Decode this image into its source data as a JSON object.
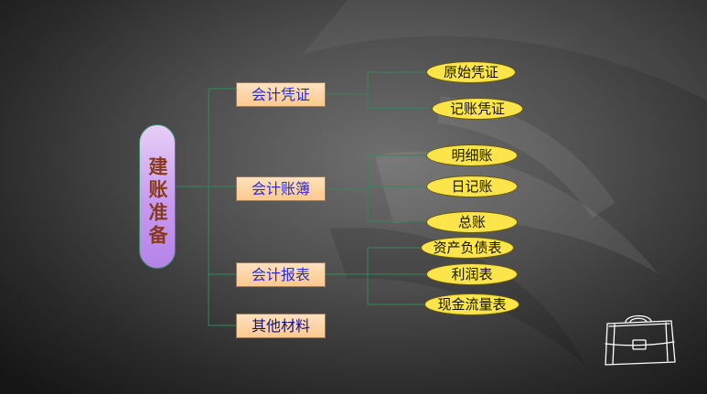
{
  "root": {
    "label": "建账准备"
  },
  "branches": [
    {
      "label": "会计凭证",
      "children": [
        "原始凭证",
        "记账凭证"
      ]
    },
    {
      "label": "会计账簿",
      "children": [
        "明细账",
        "日记账",
        "总账"
      ]
    },
    {
      "label": "会计报表",
      "children": [
        "资产负债表",
        "利润表",
        "现金流量表"
      ]
    },
    {
      "label": "其他材料",
      "children": []
    }
  ],
  "colors": {
    "line": "#2e8b57",
    "branch_fill": "#fcc98f",
    "leaf_fill": "#fbe54a",
    "root_fill": "#c79af0"
  },
  "icons": [
    "briefcase-icon"
  ]
}
